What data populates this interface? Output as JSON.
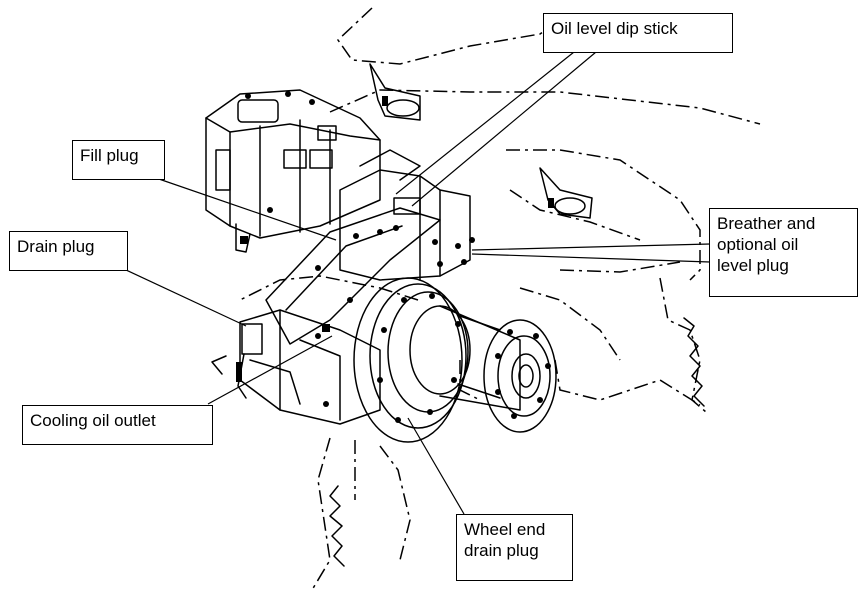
{
  "labels": {
    "oil_level_dip_stick": "Oil level dip stick",
    "fill_plug": "Fill plug",
    "drain_plug": "Drain plug",
    "breather": "Breather and\noptional oil\nlevel plug",
    "cooling_oil_outlet": "Cooling oil outlet",
    "wheel_end_drain_plug": "Wheel end\ndrain plug"
  },
  "colors": {
    "ink": "#000000",
    "background": "#ffffff"
  }
}
